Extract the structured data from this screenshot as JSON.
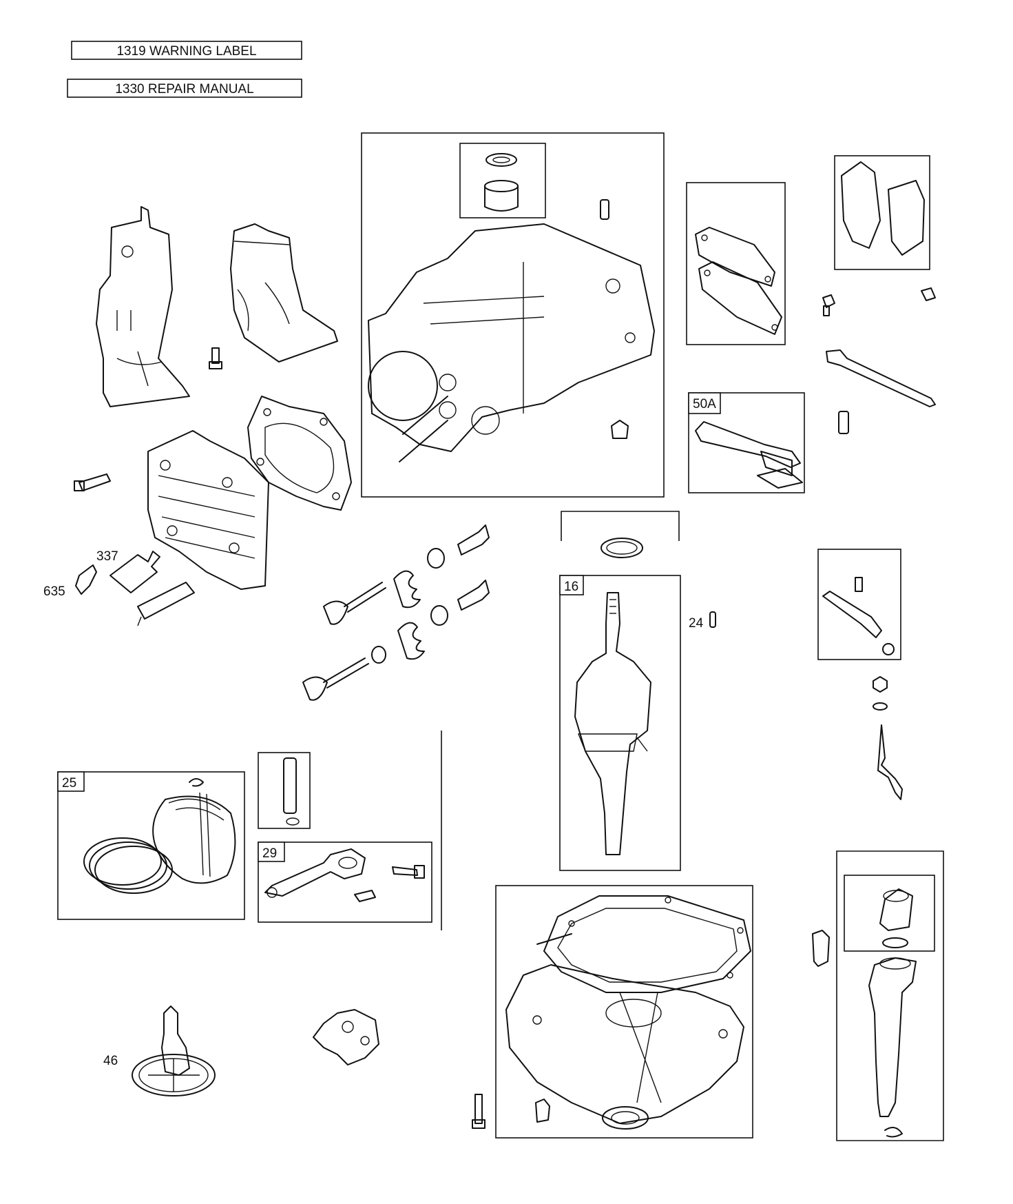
{
  "header_boxes": [
    {
      "text": "1319 WARNING LABEL"
    },
    {
      "text": "1330 REPAIR MANUAL"
    }
  ],
  "callouts": {
    "c50a": "50A",
    "c337": "337",
    "c635": "635",
    "c16": "16",
    "c24": "24",
    "c25": "25",
    "c29": "29",
    "c46": "46"
  }
}
